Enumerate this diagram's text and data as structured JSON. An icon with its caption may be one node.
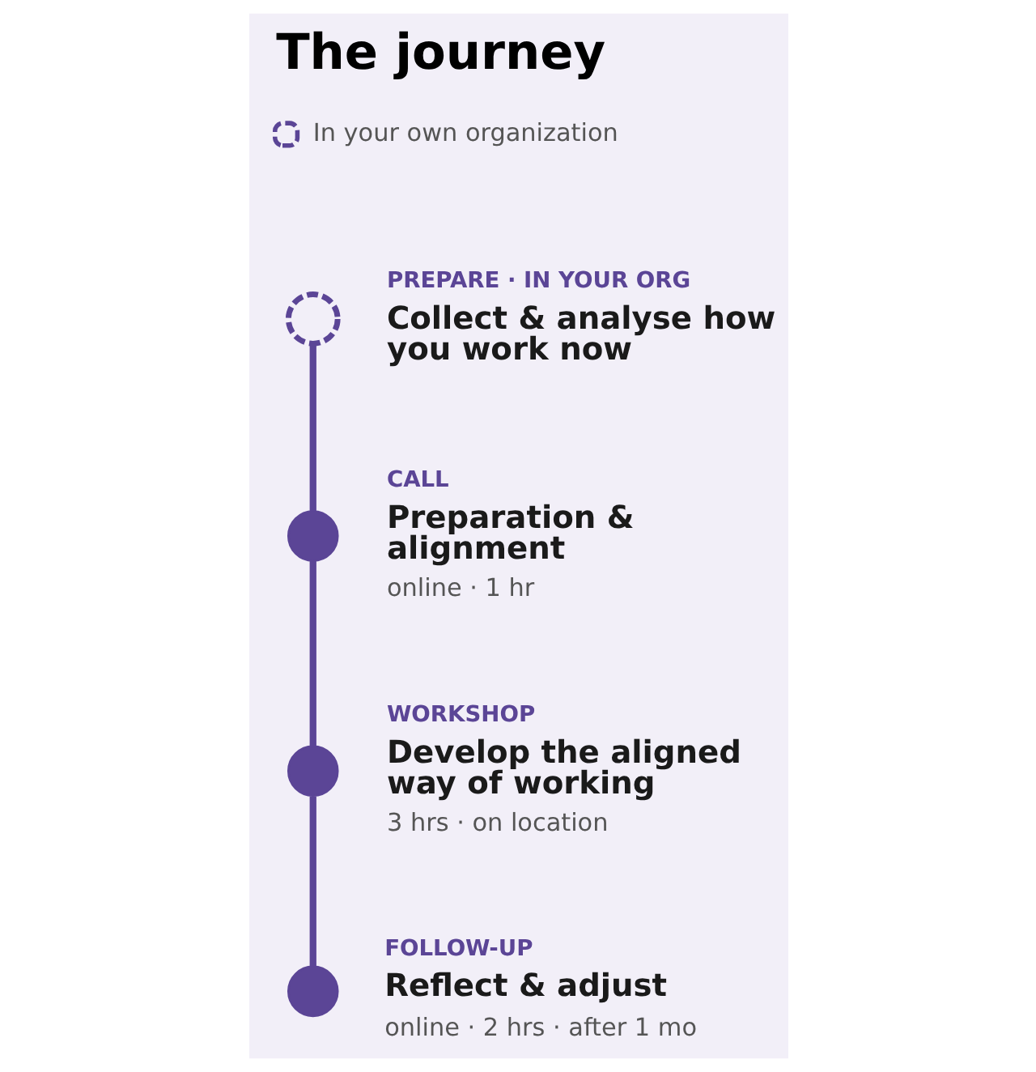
{
  "diagram": {
    "title": "The journey",
    "nodes": [
      {
        "text": [],
        "shape": "circle",
        "beside": [
          "PREPARE · IN YOUR ORG",
          "Collect & analyse how you work now"
        ]
      },
      {
        "text": [],
        "shape": "circle",
        "beside": [
          "CALL",
          "Preparation & alignment",
          "online · 1 hr"
        ]
      },
      {
        "text": [],
        "shape": "circle",
        "beside": [
          "WORKSHOP",
          "Develop the aligned way of working",
          "3 hrs · on location"
        ]
      },
      {
        "text": [],
        "shape": "circle",
        "beside": [
          "FOLLOW-UP",
          "Reflect & adjust",
          "online · 2 hrs · after 1 mo"
        ]
      }
    ],
    "edges": [
      {
        "from": 0,
        "to": 1,
        "arrow": "none"
      },
      {
        "from": 1,
        "to": 2,
        "arrow": "none"
      },
      {
        "from": 2,
        "to": 3,
        "arrow": "none"
      }
    ],
    "legend": [
      {
        "text": "In your own organization"
      }
    ]
  }
}
